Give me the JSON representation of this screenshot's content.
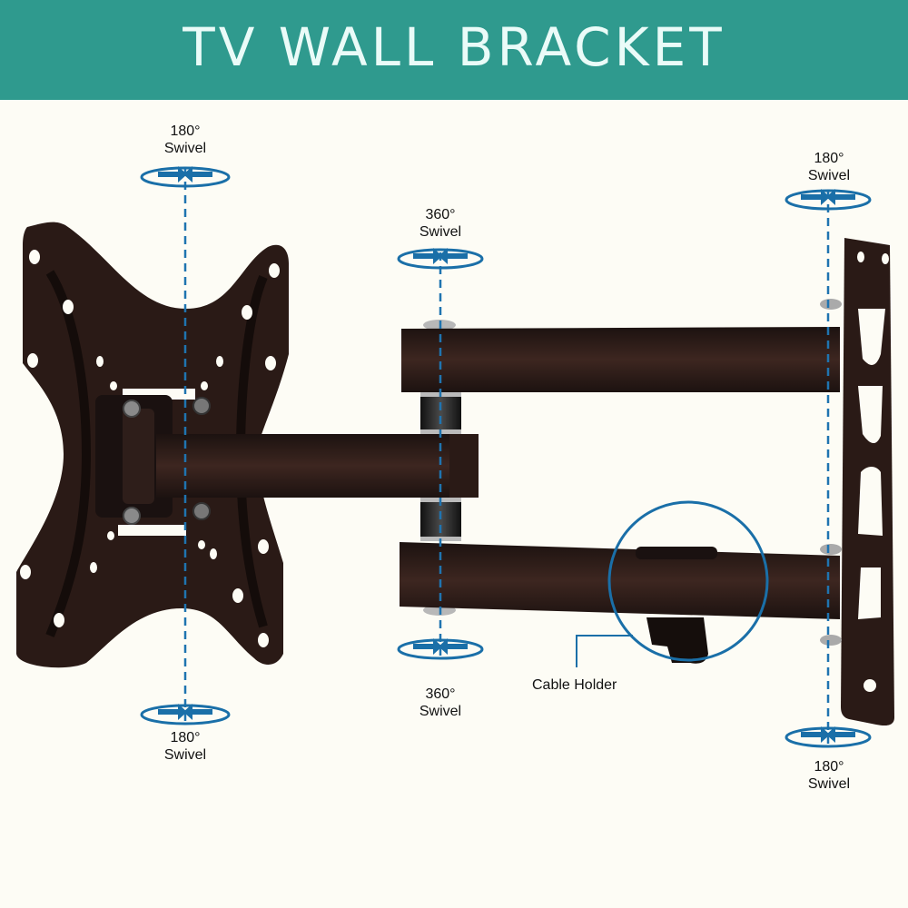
{
  "header": {
    "title": "TV WALL BRACKET",
    "background_color": "#2f9a8e",
    "text_color": "#eafbf8"
  },
  "annotations": {
    "tv_plate_top": {
      "degrees": "180°",
      "type": "Swivel"
    },
    "tv_plate_bottom": {
      "degrees": "180°",
      "type": "Swivel"
    },
    "middle_joint_top": {
      "degrees": "360°",
      "type": "Swivel"
    },
    "middle_joint_bottom": {
      "degrees": "360°",
      "type": "Swivel"
    },
    "wall_plate_top": {
      "degrees": "180°",
      "type": "Swivel"
    },
    "wall_plate_bottom": {
      "degrees": "180°",
      "type": "Swivel"
    },
    "cable_holder": "Cable Holder"
  },
  "colors": {
    "background": "#fdfcf5",
    "bracket": "#2a1a16",
    "bracket_highlight": "#3d2620",
    "axis_line": "#1f74b0",
    "arrow": "#1a6fa8"
  }
}
